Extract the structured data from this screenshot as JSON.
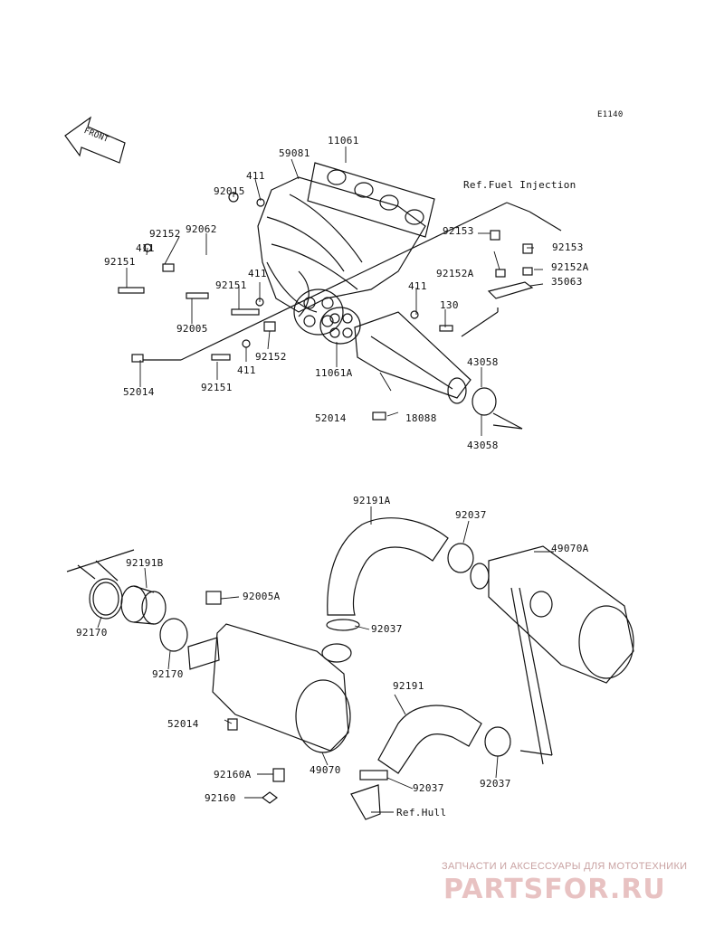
{
  "diagram": {
    "code": "E1140",
    "front_arrow": "FRONT",
    "ref_fuel": "Ref.Fuel Injection",
    "ref_hull": "Ref.Hull",
    "parts": [
      "11061",
      "59081",
      "411",
      "92015",
      "92062",
      "92152",
      "411",
      "92151",
      "92005",
      "92151",
      "411",
      "411",
      "92152",
      "52014",
      "92151",
      "11061A",
      "52014",
      "18088",
      "411",
      "130",
      "92153",
      "92153",
      "92152A",
      "92152A",
      "35063",
      "43058",
      "43058",
      "92191A",
      "92037",
      "49070A",
      "92191B",
      "92170",
      "92005A",
      "92170",
      "92037",
      "52014",
      "49070",
      "92191",
      "92037",
      "92037",
      "92160A",
      "92160"
    ]
  },
  "watermark": {
    "line1": "ЗАПЧАСТИ И АКСЕССУАРЫ ДЛЯ МОТОТЕХНИКИ",
    "line2": "PARTSFOR.RU"
  }
}
